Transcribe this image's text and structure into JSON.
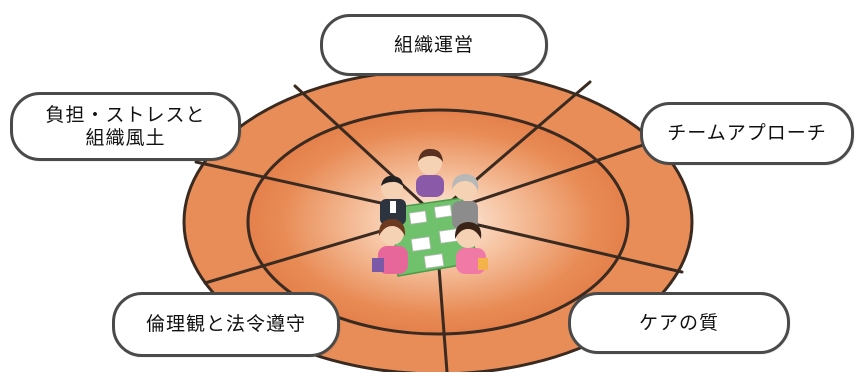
{
  "diagram": {
    "colors": {
      "outer_ring": "#e88d58",
      "inner_disc_edge": "#e27a45",
      "inner_disc_center": "#fde9dc",
      "lines": "#3a2a20",
      "bubble_border": "#4a4a4a",
      "table": "#6fc26b"
    },
    "center_image": "meeting-illustration",
    "labels": {
      "top": "組織運営",
      "upper_left_line1": "負担・ストレスと",
      "upper_left_line2": "組織風土",
      "right": "チームアプローチ",
      "lower_left": "倫理観と法令遵守",
      "lower_right": "ケアの質"
    }
  }
}
